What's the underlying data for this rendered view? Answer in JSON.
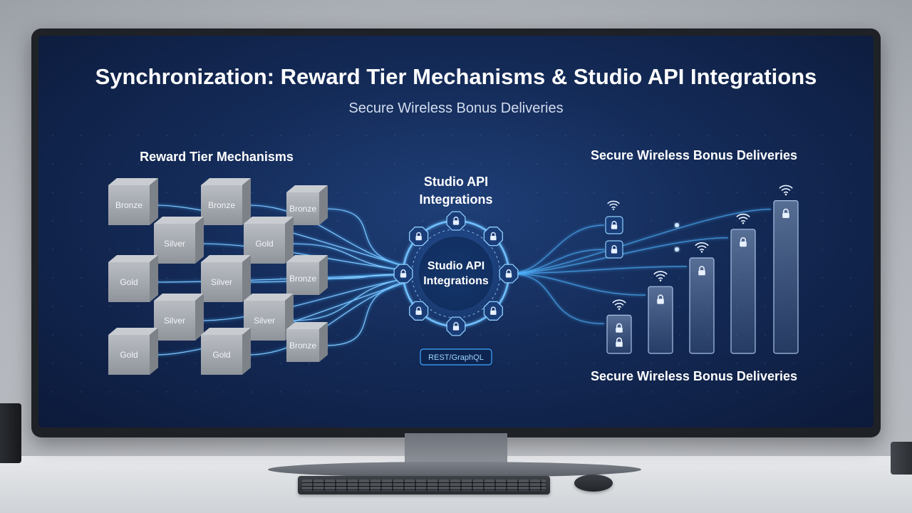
{
  "title": "Synchronization: Reward Tier Mechanisms & Studio API Integrations",
  "subtitle": "Secure Wireless Bonus Deliveries",
  "left_panel": {
    "heading": "Reward Tier Mechanisms",
    "tiers": [
      {
        "label": "Bronze"
      },
      {
        "label": "Bronze"
      },
      {
        "label": "Bronze"
      },
      {
        "label": "Silver"
      },
      {
        "label": "Gold"
      },
      {
        "label": "Gold"
      },
      {
        "label": "Silver"
      },
      {
        "label": "Bronze"
      },
      {
        "label": "Silver"
      },
      {
        "label": "Silver"
      },
      {
        "label": "Gold"
      },
      {
        "label": "Gold"
      },
      {
        "label": "Bronze"
      }
    ]
  },
  "center_panel": {
    "heading_line1": "Studio API",
    "heading_line2": "Integrations",
    "hub_line1": "Studio API",
    "hub_line2": "Integrations",
    "protocol_tag": "REST/GraphQL",
    "lock_icon": "lock-icon"
  },
  "right_panel": {
    "heading_top": "Secure Wireless Bonus Deliveries",
    "heading_bottom": "Secure Wireless Bonus Deliveries",
    "bar_levels": [
      0.2,
      0.35,
      0.5,
      0.65,
      0.8
    ],
    "icons": [
      "wifi-icon",
      "lock-icon"
    ]
  },
  "colors": {
    "screen_bg": "#142b58",
    "glow": "#4fb3ff",
    "cube": "#a9adb3"
  }
}
